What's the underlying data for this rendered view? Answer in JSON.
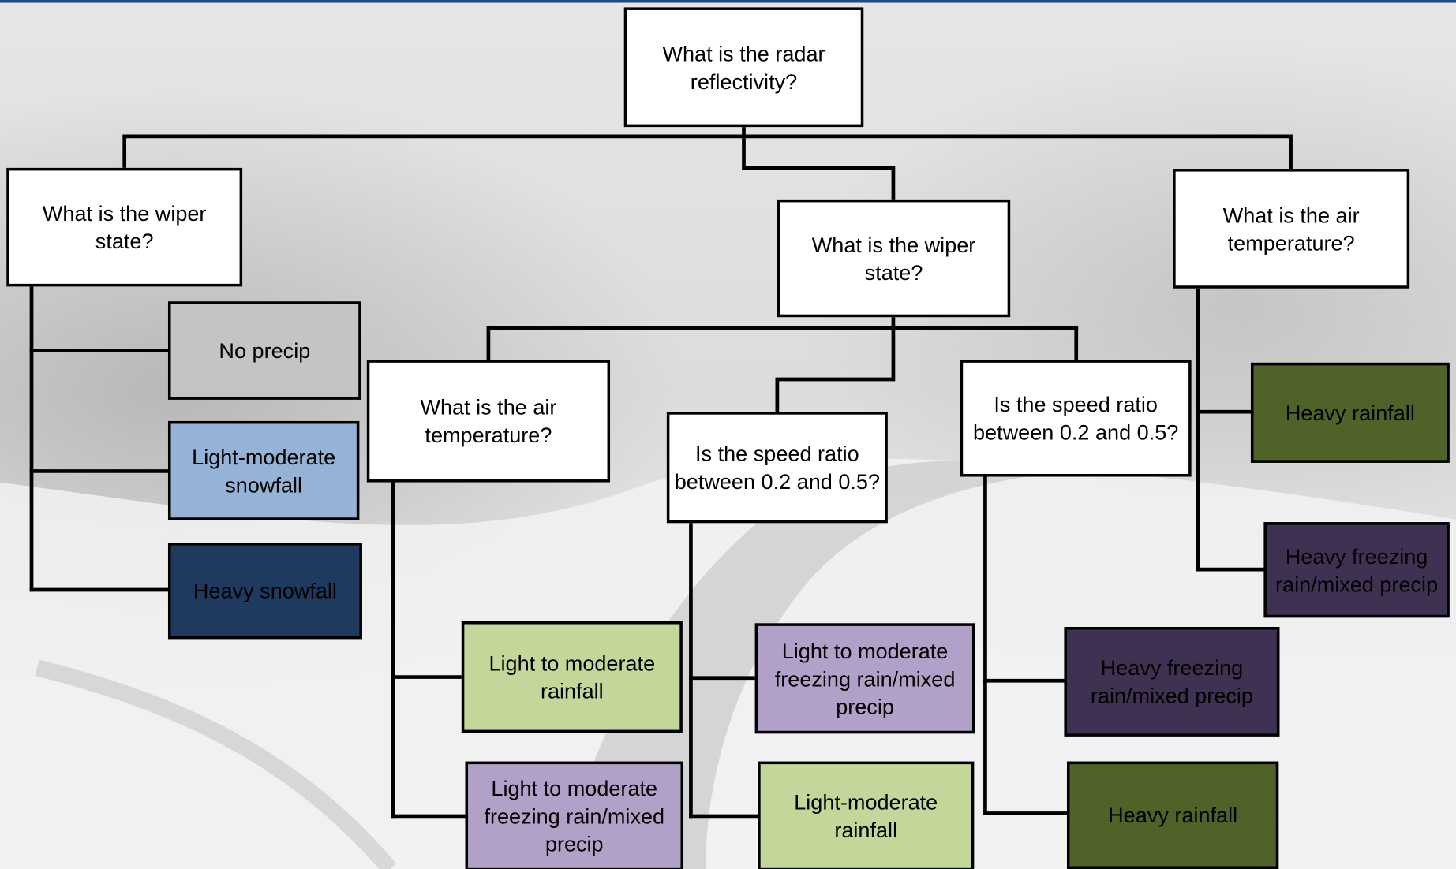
{
  "colors": {
    "topbar": "#1f4b7a",
    "question_fill": "#ffffff",
    "no_precip": "#c4c4c4",
    "light_snow": "#95b3d7",
    "heavy_snow": "#1f3a5f",
    "light_rain": "#c4d79b",
    "heavy_rain": "#4f6228",
    "light_freezing": "#b1a0c7",
    "heavy_freezing": "#3f3151",
    "text_dark": "#000000",
    "text_light": "#000000"
  },
  "tree": {
    "root": "What is the radar reflectivity?",
    "left_question": "What is the wiper state?",
    "middle_question": "What is the wiper state?",
    "right_question": "What is the air temperature?",
    "left_leaves": {
      "no_precip": "No precip",
      "light_snow": "Light-moderate snowfall",
      "heavy_snow": "Heavy snowfall"
    },
    "middle_children": {
      "air_temperature": "What is the air temperature?",
      "speed_ratio_a": "Is the speed ratio between 0.2 and 0.5?",
      "speed_ratio_b": "Is the speed ratio between 0.2 and 0.5?"
    },
    "temperature_leaves": {
      "light_rain": "Light to moderate rainfall",
      "light_freezing": "Light to moderate freezing rain/mixed precip"
    },
    "speed_a_leaves": {
      "light_freezing": "Light to moderate freezing rain/mixed precip",
      "light_rain": "Light-moderate rainfall"
    },
    "speed_b_leaves": {
      "heavy_freezing": "Heavy freezing rain/mixed precip",
      "heavy_rain": "Heavy rainfall"
    },
    "right_leaves": {
      "heavy_rain": "Heavy rainfall",
      "heavy_freezing": "Heavy freezing rain/mixed precip"
    }
  }
}
